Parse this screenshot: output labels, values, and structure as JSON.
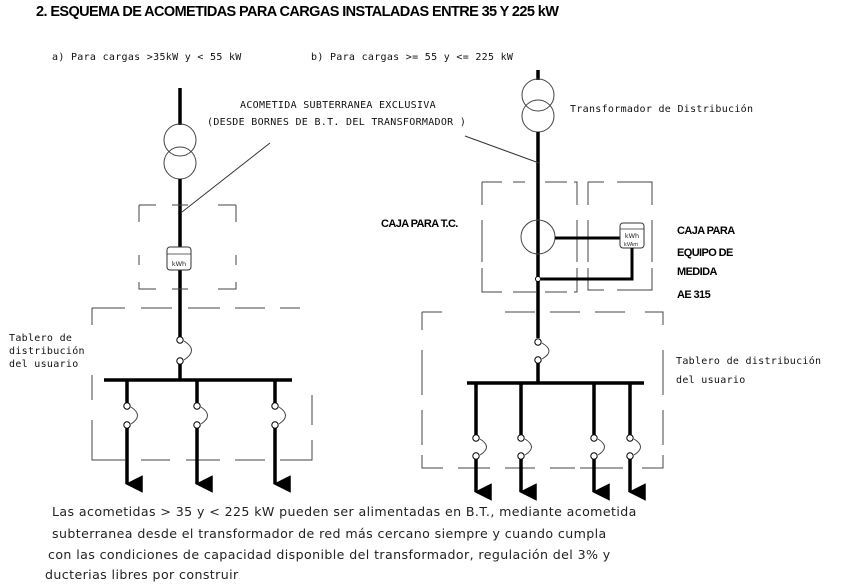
{
  "title": "2. ESQUEMA DE ACOMETIDAS PARA CARGAS INSTALADAS ENTRE 35 Y 225 kW",
  "scheme_a": {
    "heading": "a) Para cargas  >35kW  y < 55 kW",
    "callout_line1": "ACOMETIDA SUBTERRANEA  EXCLUSIVA",
    "callout_line2": "(DESDE BORNES DE B.T.  DEL TRANSFORMADOR )",
    "meter_label": "kWh",
    "panel_label": [
      "Tablero de",
      "distribución",
      "del usuario"
    ],
    "branch_count": 3
  },
  "scheme_b": {
    "heading": "b) Para cargas >= 55 y <= 225 kW",
    "transformer_label": "Transformador de Distribución",
    "ct_box_label": "CAJA PARA T.C.",
    "meter_box_label": [
      "CAJA PARA",
      "EQUIPO DE",
      "MEDIDA",
      "AE 315"
    ],
    "meter_label_1": "kWh",
    "meter_label_2": "kVAm",
    "panel_label": [
      "Tablero de distribución",
      "del usuario"
    ],
    "branch_count": 4
  },
  "note_lines": [
    "Las acometidas  > 35  y < 225 kW pueden ser alimentadas en B.T., mediante acometida",
    "subterranea desde el transformador de red más cercano siempre y cuando cumpla",
    "con las condiciones de capacidad disponible del transformador, regulación del 3% y",
    "ducterias libres por construir"
  ]
}
